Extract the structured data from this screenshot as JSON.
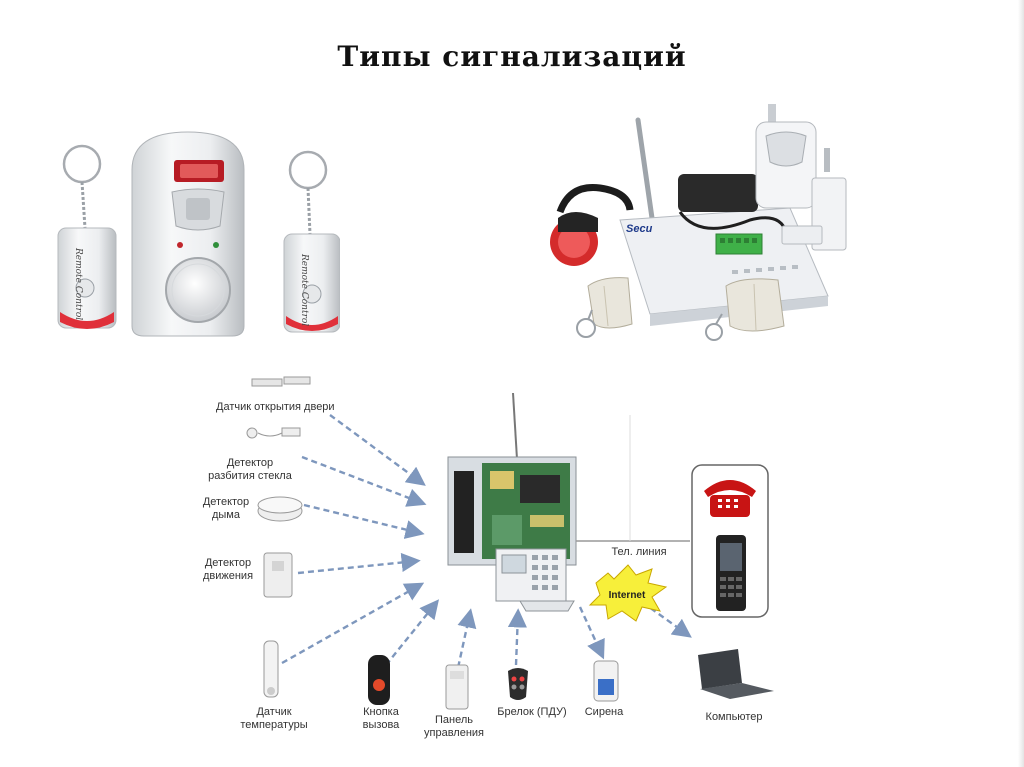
{
  "slide": {
    "title": "Типы сигнализаций"
  },
  "photo_left": {
    "remote_text": "Remote Control"
  },
  "photo_right": {
    "brand_text": "Secu"
  },
  "diagram": {
    "labels": {
      "door_sensor": "Датчик открытия двери",
      "glass_break_line1": "Детектор",
      "glass_break_line2": "разбития стекла",
      "smoke_line1": "Детектор",
      "smoke_line2": "дыма",
      "motion_line1": "Детектор",
      "motion_line2": "движения",
      "temperature_line1": "Датчик",
      "temperature_line2": "температуры",
      "call_button_line1": "Кнопка",
      "call_button_line2": "вызова",
      "control_panel_line1": "Панель",
      "control_panel_line2": "управления",
      "keyfob": "Брелок (ПДУ)",
      "siren": "Сирена",
      "computer": "Компьютер",
      "phone_line": "Тел. линия",
      "internet": "Internet"
    }
  },
  "colors": {
    "arrow": "#7e97bd",
    "siren_red": "#d42b2b",
    "remote_red": "#e0303a",
    "phone_red": "#c81414",
    "internet_burst": "#f7ef3a"
  }
}
